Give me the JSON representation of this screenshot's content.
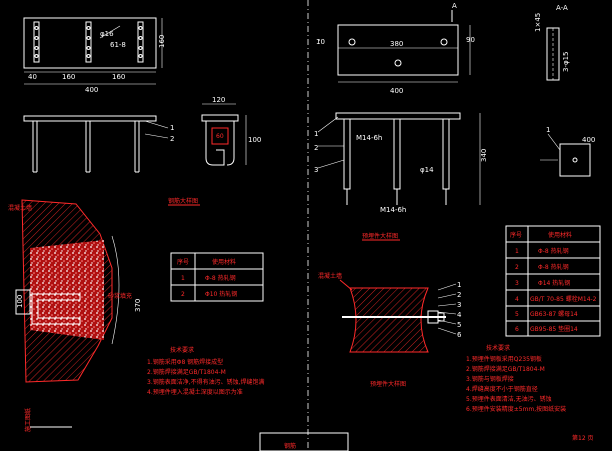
{
  "left": {
    "top_dims": {
      "d1": "40",
      "d2": "160",
      "d3": "160",
      "total": "400",
      "height": "160",
      "tag": "φ16",
      "note": "61-8"
    },
    "side_labels": [
      "1",
      "2"
    ],
    "section_dims": {
      "w": "120",
      "h": "100",
      "b": "60"
    },
    "detail_title": "钢筋大样图",
    "label_concrete": "混凝土墙",
    "label_grout": "砂浆填充",
    "dim_left": "100",
    "dim_right": "370",
    "table": {
      "headers": [
        "序号",
        "使用材料"
      ],
      "rows": [
        [
          "1",
          "Φ-8 热轧钢"
        ],
        [
          "2",
          "Φ10 热轧钢"
        ]
      ]
    },
    "notes_title": "技术要求",
    "notes": [
      "1.钢筋采用Φ8 钢筋焊接成型",
      "2.钢筋焊接满足GB/T1804-M",
      "3.钢筋表面洁净,不得有油污、锈蚀,焊缝饱满",
      "4.预埋件埋入混凝土深度以图示为准"
    ],
    "corner_label": "施工图纸"
  },
  "right": {
    "section_label": "A-A",
    "arrow_label": "A",
    "top_dims": {
      "a": "10",
      "b": "380",
      "c": "90",
      "total": "400"
    },
    "hole_dims": {
      "h1": "1×45",
      "h2": "3-φ15"
    },
    "side_labels": [
      "1",
      "2",
      "3"
    ],
    "side_dims": {
      "h": "340",
      "r": "φ14",
      "m": "M14-6h",
      "note": "M14-6h"
    },
    "plate_label": "1",
    "plate_dim": "400",
    "detail_title": "预埋件大样图",
    "label_wall": "混凝土墙",
    "bolt_labels": [
      "1",
      "2",
      "3",
      "4",
      "5",
      "6"
    ],
    "table": {
      "headers": [
        "序号",
        "使用材料"
      ],
      "rows": [
        [
          "1",
          "Φ-8 热轧钢"
        ],
        [
          "2",
          "Φ-8 热轧钢"
        ],
        [
          "3",
          "Φ14 热轧钢"
        ],
        [
          "4",
          "GB/T 70-85 螺栓M14-2"
        ],
        [
          "5",
          "GB63-87 螺母14"
        ],
        [
          "6",
          "GB95-85 垫圈14"
        ]
      ]
    },
    "notes_title": "技术要求",
    "notes": [
      "1.预埋件钢板采用Q235钢板",
      "2.钢筋焊接满足GB/T1804-M",
      "3.钢筋与钢板焊接",
      "4.焊缝高度不小于钢筋直径",
      "5.预埋件表面清洁,无油污、锈蚀",
      "6.预埋件安装精度±5mm,按图纸安装"
    ],
    "page_label": "第12 页"
  },
  "bottom_title": "钢筋"
}
